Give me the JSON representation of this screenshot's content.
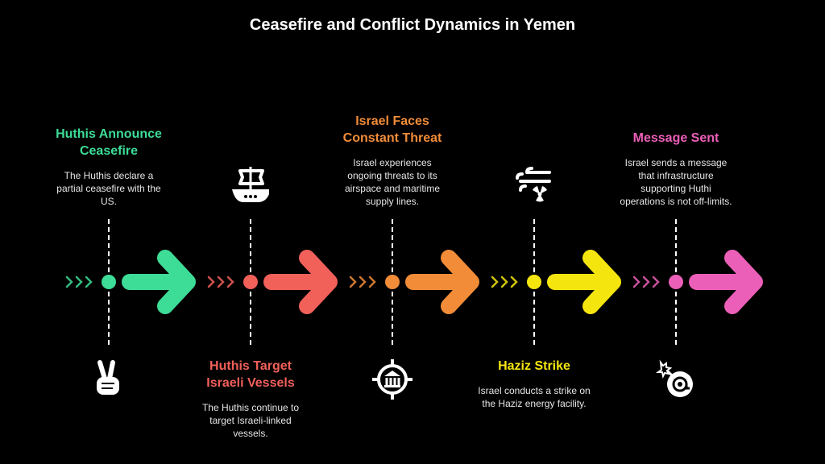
{
  "title": "Ceasefire and Conflict Dynamics in Yemen",
  "stages": [
    {
      "title": "Huthis Announce Ceasefire",
      "description": "The Huthis declare a partial ceasefire with the US.",
      "icon": "peace-hand-icon",
      "color": "#3ddc97"
    },
    {
      "title": "Huthis Target Israeli Vessels",
      "description": "The Huthis continue to target Israeli-linked vessels.",
      "icon": "ship-icon",
      "color": "#f2605a"
    },
    {
      "title": "Israel Faces Constant Threat",
      "description": "Israel experiences ongoing threats to its airspace and maritime supply lines.",
      "icon": "target-building-icon",
      "color": "#f28c38"
    },
    {
      "title": "Haziz Strike",
      "description": "Israel conducts a strike on the Haziz energy facility.",
      "icon": "wind-radiation-icon",
      "color": "#f5e50e"
    },
    {
      "title": "Message Sent",
      "description": "Israel sends a message that infrastructure supporting Huthi operations is not off-limits.",
      "icon": "bomb-at-icon",
      "color": "#ec5fb8"
    }
  ]
}
